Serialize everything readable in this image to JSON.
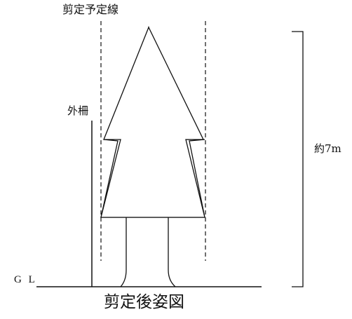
{
  "labels": {
    "prune_line": "剪定予定線",
    "outer_fence": "外柵",
    "height": "約7m",
    "ground_level": "G L",
    "caption": "剪定後姿図"
  },
  "colors": {
    "line": "#111111",
    "background": "#ffffff"
  }
}
